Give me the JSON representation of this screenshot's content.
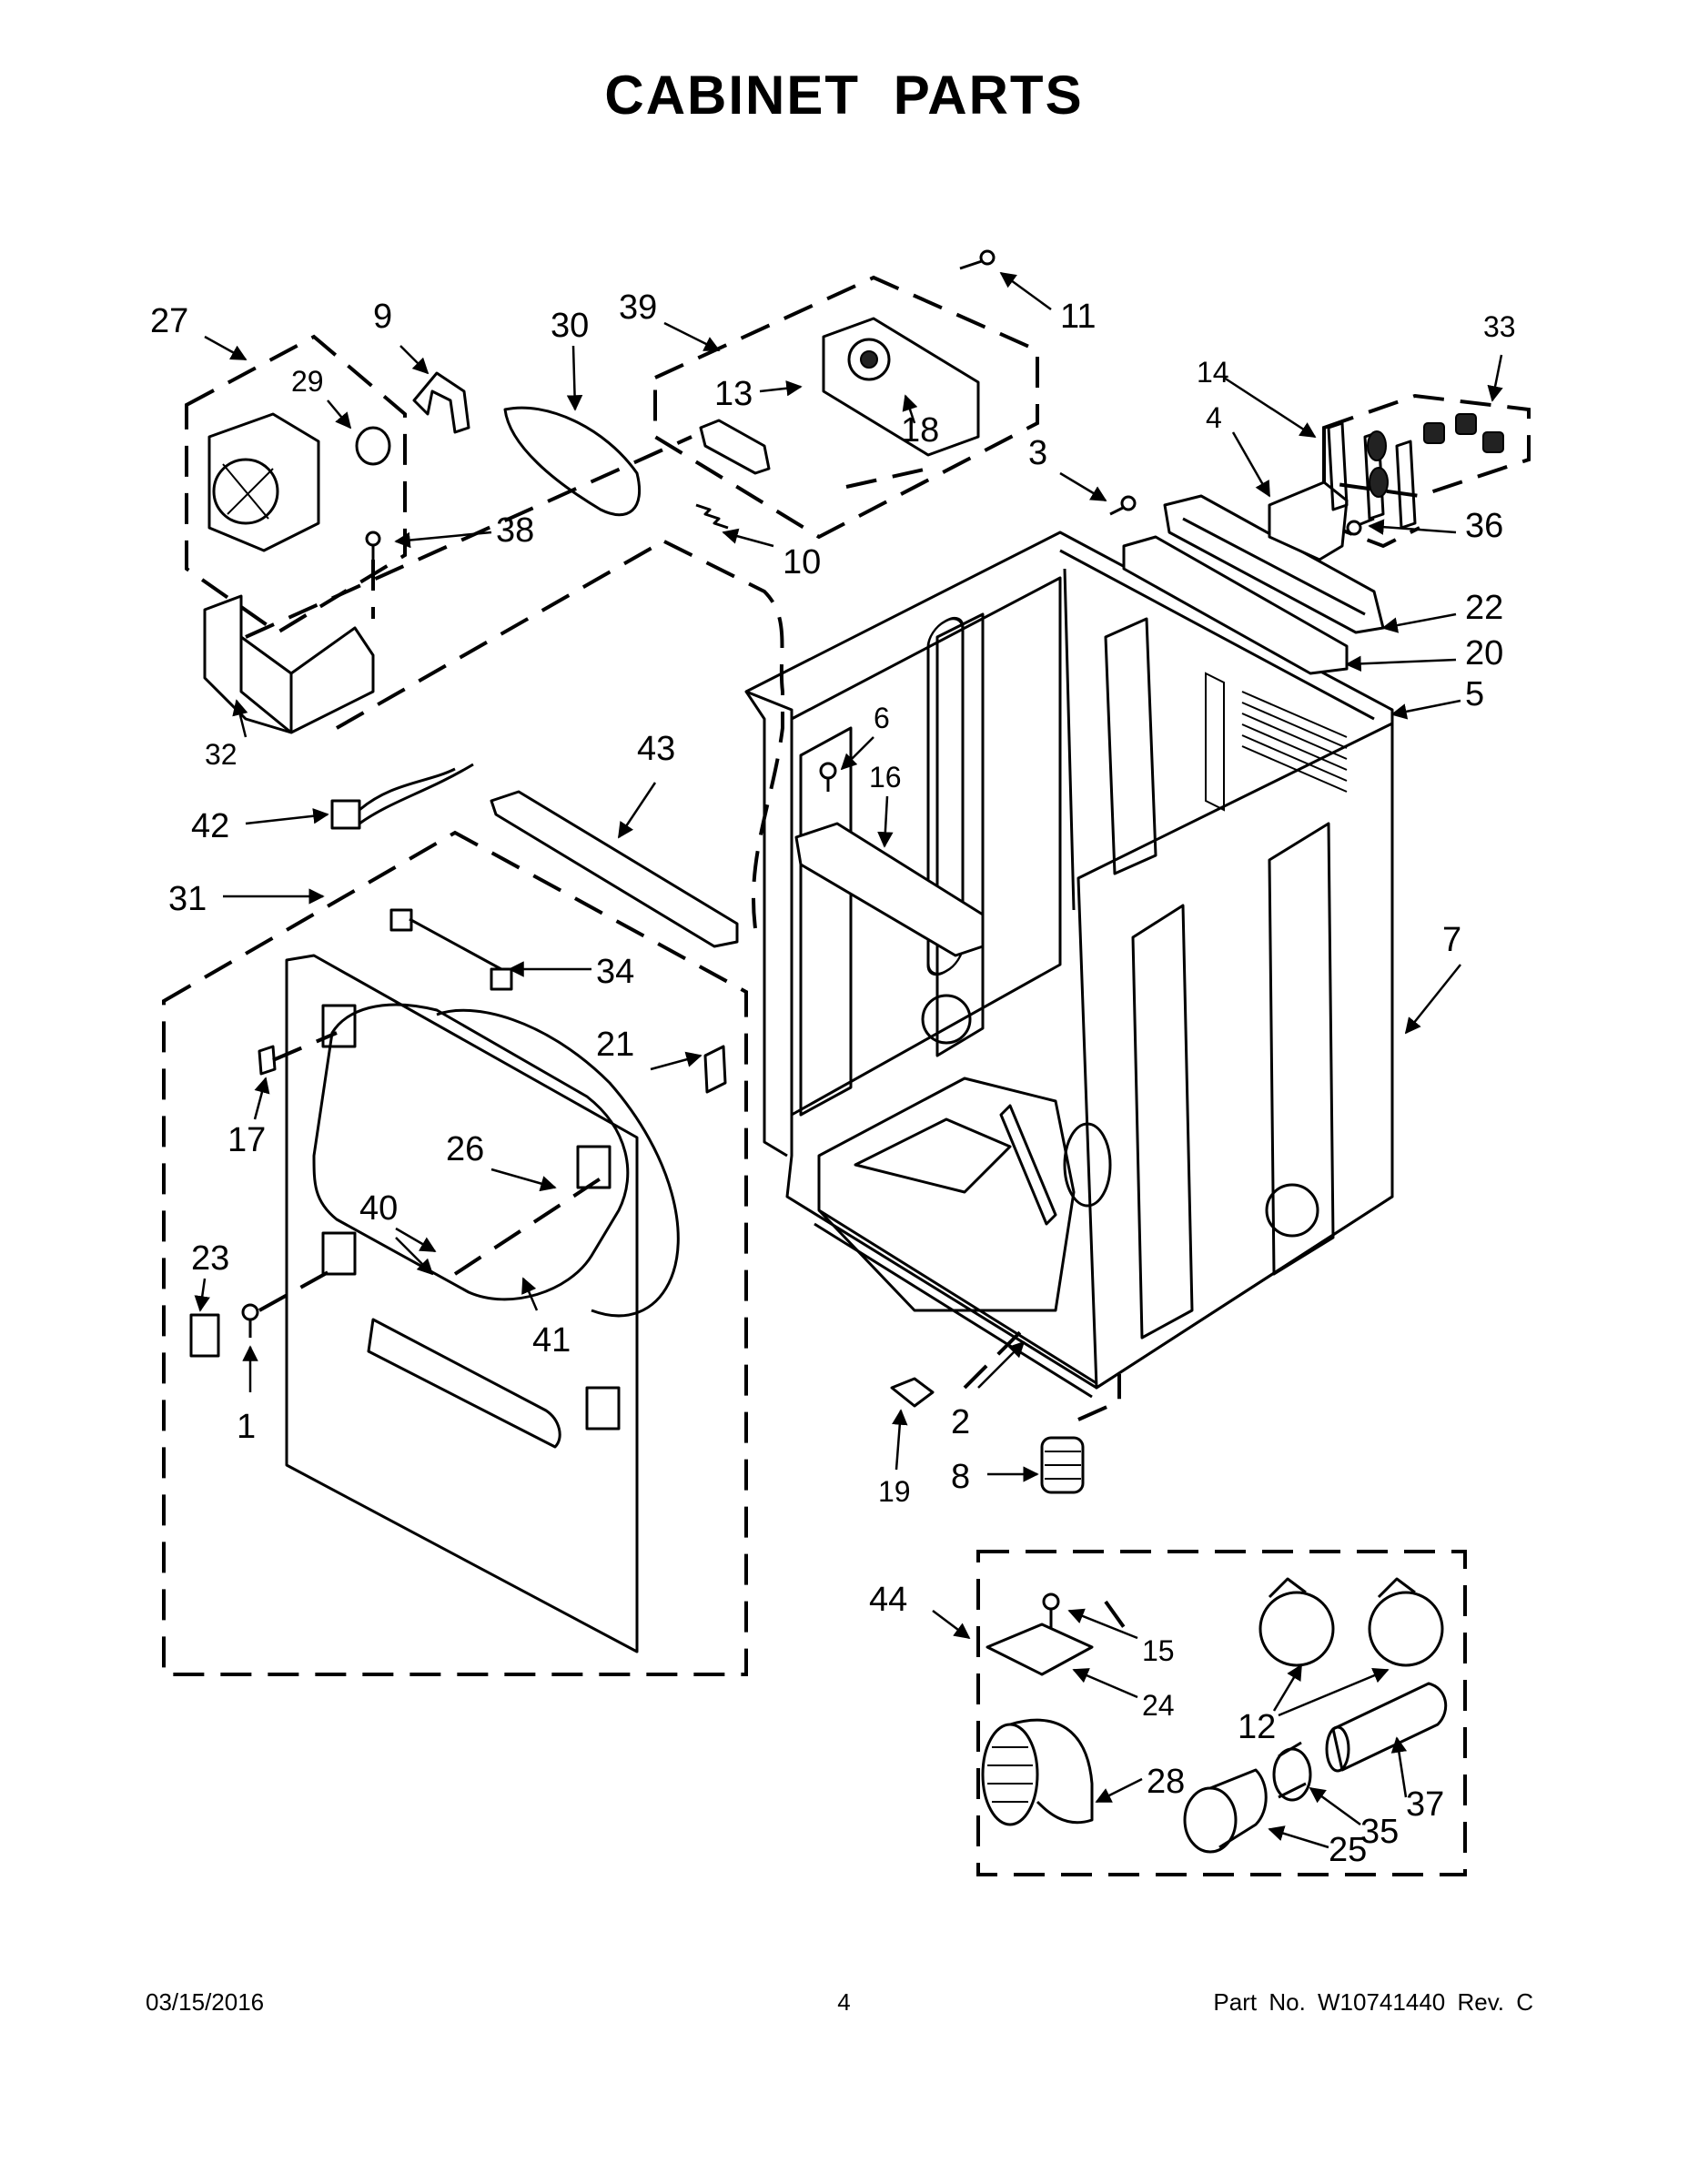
{
  "title": "CABINET PARTS",
  "footer": {
    "date": "03/15/2016",
    "page": "4",
    "part_number": "Part No.  W10741440  Rev.  C"
  },
  "callouts": {
    "c1": "1",
    "c2": "2",
    "c3": "3",
    "c4": "4",
    "c5": "5",
    "c6": "6",
    "c7": "7",
    "c8": "8",
    "c9": "9",
    "c10": "10",
    "c11": "11",
    "c12": "12",
    "c13": "13",
    "c14": "14",
    "c15": "15",
    "c16": "16",
    "c17": "17",
    "c18": "18",
    "c19": "19",
    "c20": "20",
    "c21": "21",
    "c22": "22",
    "c23": "23",
    "c24": "24",
    "c25": "25",
    "c26": "26",
    "c27": "27",
    "c28": "28",
    "c29": "29",
    "c30": "30",
    "c31": "31",
    "c32": "32",
    "c33": "33",
    "c34": "34",
    "c35": "35",
    "c36": "36",
    "c37": "37",
    "c38": "38",
    "c39": "39",
    "c40": "40",
    "c41": "41",
    "c42": "42",
    "c43": "43",
    "c44": "44"
  }
}
